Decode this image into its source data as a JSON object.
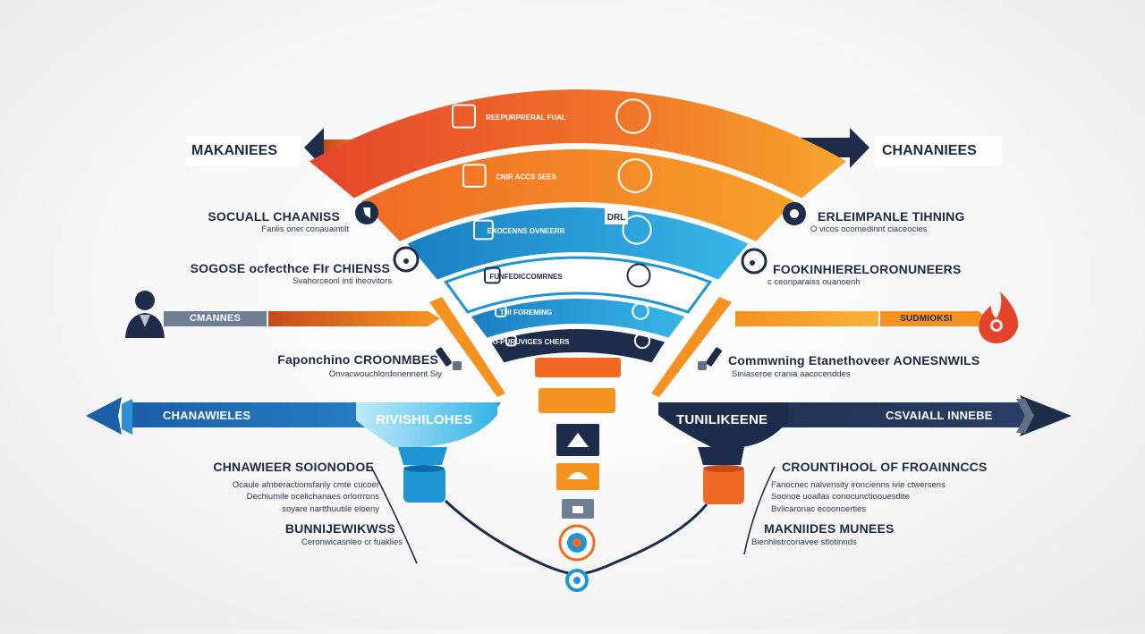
{
  "top_left_label": "MAKANIEES",
  "top_right_label": "CHANANIEES",
  "left_mid_label": "CMANNES",
  "right_mid_label": "SUDMIOKSI",
  "bottom_left_arrow_label": "CHANAWIELES",
  "bottom_right_arrow_label": "CSVAIALL INNEBE",
  "left_funnel_label": "RIVISHILOHES",
  "right_funnel_label": "TUNILIKEENE",
  "left_items": [
    {
      "title": "SOCUALL CHAANISS",
      "sub": "Fanlis oner conauaintilt"
    },
    {
      "title": "SOGOSE ocfecthce FIr CHIENSS",
      "sub": "Svahorceonl inti iheovitors"
    },
    {
      "title": "Faponchino CROONMBES",
      "sub": "Onvacwouchlordonennent Siy"
    },
    {
      "title": "CHNAWIEER SOIONODOE",
      "sub": "Ocaule afnberactionsfanly cmte cucoer\nDechiumile ocelichanaes orlorrrons\nsoyare nartthuutile eloeny"
    },
    {
      "title": "BUNNIJEWIKWSS",
      "sub": "Ceronwicasnleo cr fuaklies"
    }
  ],
  "right_items": [
    {
      "title": "ERLEIMPANLE TIHNING",
      "sub": "O vicos ocomedinnt ciaceocies"
    },
    {
      "title": "FOOKINHIERELORONUNEERS",
      "sub": "c ceonparaiss ouanoenh"
    },
    {
      "title": "Commwning Etanethoveer AONESNWILS",
      "sub": "Siniaseroe crania aacocenddes"
    },
    {
      "title": "CROUNTIHOOL OF FROAINNCCS",
      "sub": "Fanocnec nalvensity ironcienns ivie ctwersens\nSoonoe uoallas conocunctioouesdite\nBvlicaronac ecoonoerties"
    },
    {
      "title": "MAKNIIDES MUNEES",
      "sub": "Bienhlistrcoriavee stlotinnds"
    }
  ],
  "funnel_texts": [
    "REEPURPRERAL FUAL",
    "CNIR ACCS SEES",
    "EXOCENNS OVNEERR",
    "FUNFEDICCOMRNES",
    "THI FOREMING",
    "MIKFPURUVIGES CHERS"
  ],
  "funnel_icon_text": "DRL",
  "colors": {
    "red": "#e4452a",
    "orange": "#f39221",
    "blue": "#1f94d2",
    "sky": "#36b4e5",
    "navy": "#1d2c4b",
    "slate": "#5f7187"
  }
}
